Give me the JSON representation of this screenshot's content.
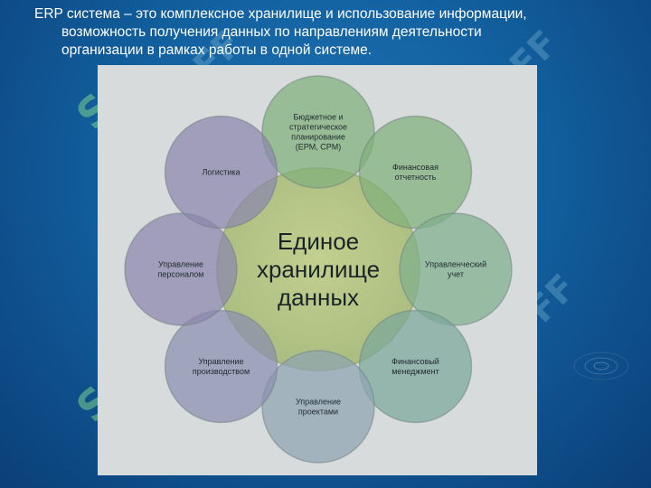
{
  "slide": {
    "text_line1": "ERP система – это комплексное хранилище и использование информации,",
    "text_line2": "возможность получения данных по направлениям деятельности",
    "text_line3": "организации в рамках работы в одной системе."
  },
  "diagram": {
    "center": [
      "Единое",
      "хранилище",
      "данных"
    ],
    "circles": [
      {
        "lines": [
          "Бюджетное и",
          "стратегическое",
          "планирование",
          "(EPM, CPM)"
        ],
        "color": "#7fb07a"
      },
      {
        "lines": [
          "Финансовая",
          "отчетность"
        ],
        "color": "#7fb07a"
      },
      {
        "lines": [
          "Управленческий",
          "учет"
        ],
        "color": "#7fb08e"
      },
      {
        "lines": [
          "Финансовый",
          "менеджмент"
        ],
        "color": "#7aa89a"
      },
      {
        "lines": [
          "Управление",
          "проектами"
        ],
        "color": "#8fa4b3"
      },
      {
        "lines": [
          "Управление",
          "производством"
        ],
        "color": "#8a8fb0"
      },
      {
        "lines": [
          "Управление",
          "персоналом"
        ],
        "color": "#8a86ad"
      },
      {
        "lines": [
          "Логистика"
        ],
        "color": "#8a86ad"
      }
    ]
  },
  "watermark": {
    "brand_text": "SOFF"
  }
}
